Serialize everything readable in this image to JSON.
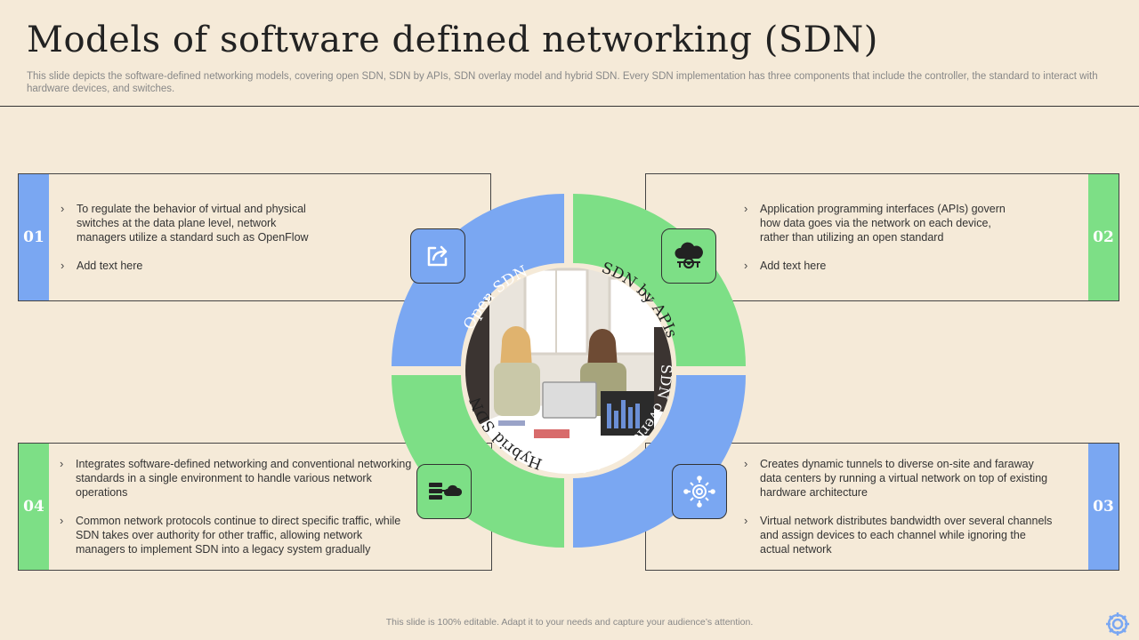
{
  "slide": {
    "title": "Models of software defined networking (SDN)",
    "subtitle": "This slide depicts the software-defined networking models, covering open SDN, SDN by APIs, SDN overlay model and hybrid SDN. Every SDN implementation has three components that include the controller, the standard to interact with hardware devices, and switches.",
    "footer": "This slide is 100% editable. Adapt it to your needs and capture your audience’s attention."
  },
  "colors": {
    "blue": "#7aa7f2",
    "green": "#7ddf86",
    "background": "#f5ead8"
  },
  "models": [
    {
      "number": "01",
      "name": "Open SDN",
      "icon": "share-arrow-icon",
      "bullets": [
        "To regulate the behavior of virtual and physical switches at the data plane level, network managers utilize a standard such as OpenFlow",
        "Add text here"
      ]
    },
    {
      "number": "02",
      "name": "SDN by APIs",
      "icon": "cloud-network-icon",
      "bullets": [
        "Application programming interfaces (APIs) govern how data goes via the network on each device, rather than utilizing an open standard",
        "Add text here"
      ]
    },
    {
      "number": "03",
      "name": "SDN overlay model",
      "icon": "gear-network-icon",
      "bullets": [
        "Creates dynamic tunnels to diverse on-site and faraway data centers by running a virtual network on top of existing hardware architecture",
        "Virtual network distributes bandwidth over several channels and assign devices to each channel while ignoring the actual network"
      ]
    },
    {
      "number": "04",
      "name": "Hybrid SDN",
      "icon": "server-cloud-icon",
      "bullets": [
        "Integrates software-defined networking and conventional networking standards in a single environment to handle various network operations",
        "Common network protocols continue to direct specific traffic, while SDN takes over authority for other traffic, allowing network managers to implement SDN into a legacy system gradually"
      ]
    }
  ]
}
